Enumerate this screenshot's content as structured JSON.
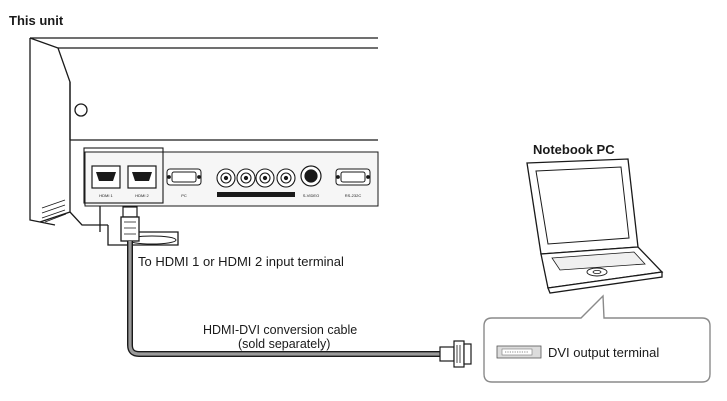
{
  "labels": {
    "this_unit": "This unit",
    "notebook_pc": "Notebook PC",
    "hdmi_terminal": "To HDMI  1 or HDMI  2 input terminal",
    "cable_line1": "HDMI-DVI conversion cable",
    "cable_line2": "(sold separately)",
    "dvi_output": "DVI output terminal"
  },
  "panel_labels": {
    "hdmi1": "HDMI 1",
    "hdmi2": "HDMI 2",
    "pc": "PC",
    "svideo": "S-VIDEO",
    "rs232c": "RS-232C"
  },
  "colors": {
    "line": "#1a1a1a",
    "cable": "#9a9a9a",
    "panel": "#f2f2f2"
  }
}
